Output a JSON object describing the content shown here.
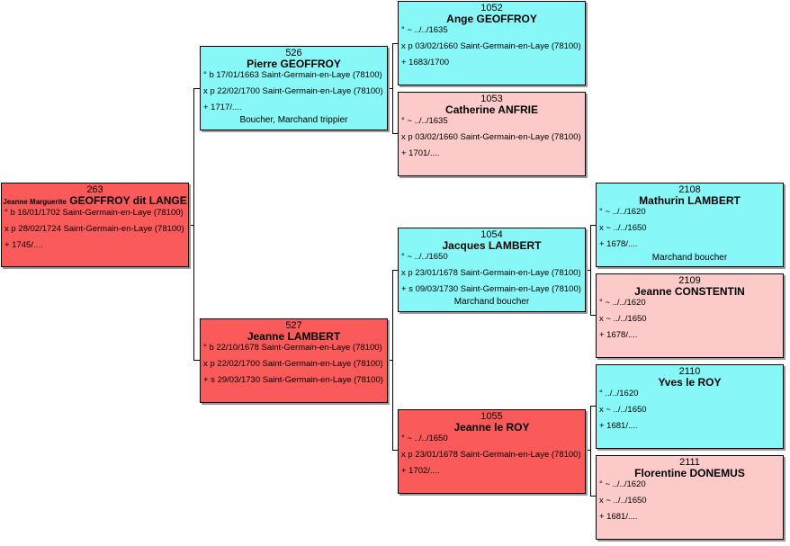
{
  "people": {
    "p263": {
      "num": "263",
      "first": "Jeanne Marguerite",
      "name": "GEOFFROY dit LANGE",
      "l1": "° b 16/01/1702 Saint-Germain-en-Laye (78100)",
      "l2": "x p 28/02/1724 Saint-Germain-en-Laye (78100)",
      "l3": "+ 1745/...."
    },
    "p526": {
      "num": "526",
      "name": "Pierre GEOFFROY",
      "l1": "° b 17/01/1663 Saint-Germain-en-Laye (78100)",
      "l2": "x p 22/02/1700 Saint-Germain-en-Laye (78100)",
      "l3": "+ 1717/....",
      "occ": "Boucher, Marchand trippier"
    },
    "p527": {
      "num": "527",
      "name": "Jeanne LAMBERT",
      "l1": "° b 22/10/1678 Saint-Germain-en-Laye (78100)",
      "l2": "x p 22/02/1700 Saint-Germain-en-Laye (78100)",
      "l3": "+ s 29/03/1730 Saint-Germain-en-Laye (78100)"
    },
    "p1052": {
      "num": "1052",
      "name": "Ange GEOFFROY",
      "l1": "° ~ ../../1635",
      "l2": "x p 03/02/1660 Saint-Germain-en-Laye (78100)",
      "l3": "+ 1683/1700"
    },
    "p1053": {
      "num": "1053",
      "name": "Catherine ANFRIE",
      "l1": "° ~ ../../1635",
      "l2": "x p 03/02/1660 Saint-Germain-en-Laye (78100)",
      "l3": "+ 1701/...."
    },
    "p1054": {
      "num": "1054",
      "name": "Jacques LAMBERT",
      "l1": "° ~ ../../1650",
      "l2": "x p 23/01/1678 Saint-Germain-en-Laye (78100)",
      "l3": "+ s 09/03/1730 Saint-Germain-en-Laye (78100)",
      "occ": "Marchand boucher"
    },
    "p1055": {
      "num": "1055",
      "name": "Jeanne le ROY",
      "l1": "° ~ ../../1650",
      "l2": "x p 23/01/1678 Saint-Germain-en-Laye (78100)",
      "l3": "+ 1702/...."
    },
    "p2108": {
      "num": "2108",
      "name": "Mathurin LAMBERT",
      "l1": "° ~ ../../1620",
      "l2": "x ~ ../../1650",
      "l3": "+ 1678/....",
      "occ": "Marchand boucher"
    },
    "p2109": {
      "num": "2109",
      "name": "Jeanne CONSTENTIN",
      "l1": "° ~ ../../1620",
      "l2": "x ~ ../../1650",
      "l3": "+ 1678/...."
    },
    "p2110": {
      "num": "2110",
      "name": "Yves le ROY",
      "l1": "° ../../1620",
      "l2": "x ~ ../../1650",
      "l3": "+ 1681/...."
    },
    "p2111": {
      "num": "2111",
      "name": "Florentine DONEMUS",
      "l1": "° ~ ../../1620",
      "l2": "x ~ ../../1650",
      "l3": "+ 1681/...."
    }
  },
  "colors": {
    "red": "#fa5a5a",
    "cyan": "#88f7f7",
    "pink": "#fdcaca"
  }
}
